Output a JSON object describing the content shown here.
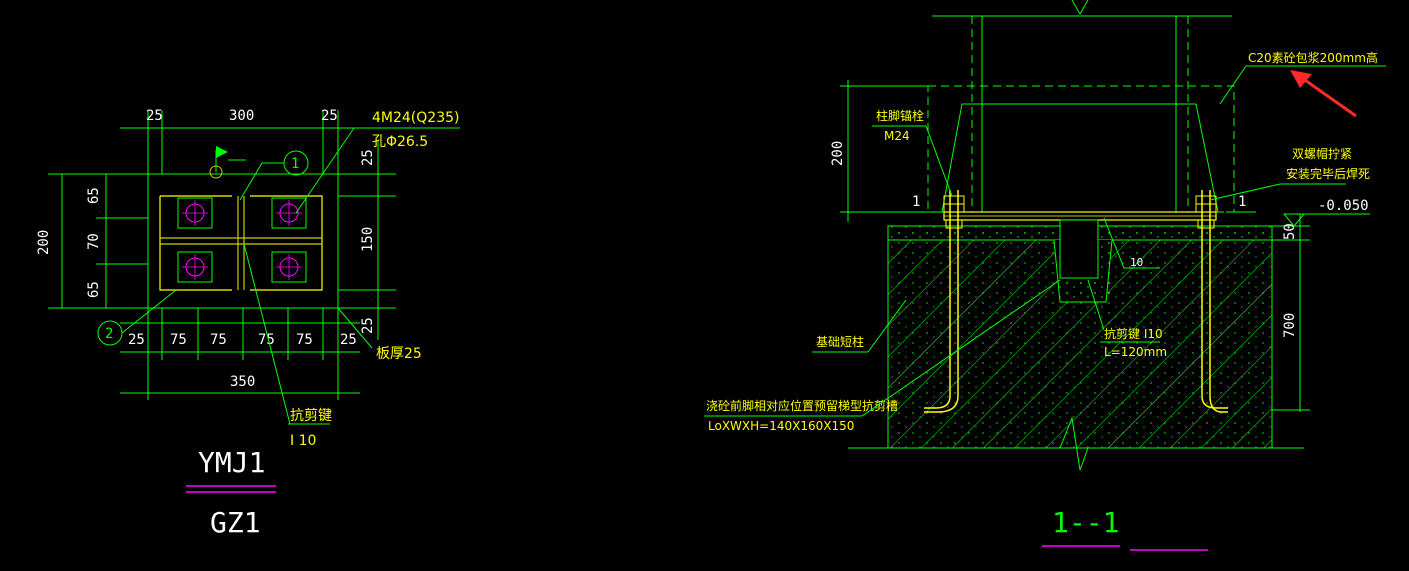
{
  "plan": {
    "dims_top": [
      "25",
      "300",
      "25"
    ],
    "dims_bottom": [
      "25",
      "75",
      "75",
      "75",
      "75",
      "25"
    ],
    "dim_total_bottom": "350",
    "dims_left": [
      "65",
      "70",
      "65"
    ],
    "dim_total_left": "200",
    "dims_right": [
      "25",
      "150",
      "25"
    ],
    "callout_bolt": "4M24(Q235)",
    "callout_hole": "孔Φ26.5",
    "callout_plate": "板厚25",
    "callout_shear": "抗剪键",
    "callout_shear_size": "I 10",
    "marker_1": "1",
    "marker_2": "2",
    "title_main": "YMJ1",
    "title_sub": "GZ1"
  },
  "section": {
    "note_encase": "C20素砼包浆200mm高",
    "note_anchor": "柱脚锚栓",
    "note_anchor_size": "M24",
    "note_nut": "双螺帽拧紧",
    "note_weld": "安装完毕后焊死",
    "note_elev": "-0.050",
    "note_base": "基础短柱",
    "note_key": "抗剪键 I10",
    "note_key_len": "L=120mm",
    "note_groove": "浇砼前脚相对应位置预留梯型抗剪槽",
    "note_groove_size": "LoXWXH=140X160X150",
    "dim_200": "200",
    "dim_50": "50",
    "dim_700": "700",
    "sec_mark_left": "1",
    "sec_mark_right": "1",
    "weld_mark": "10",
    "title": "1--1"
  },
  "colors": {
    "line": "#00ff00",
    "text": "#ffffff",
    "note": "#ffff00",
    "accent": "#ff00ff",
    "arrow": "#ff2a2a"
  }
}
